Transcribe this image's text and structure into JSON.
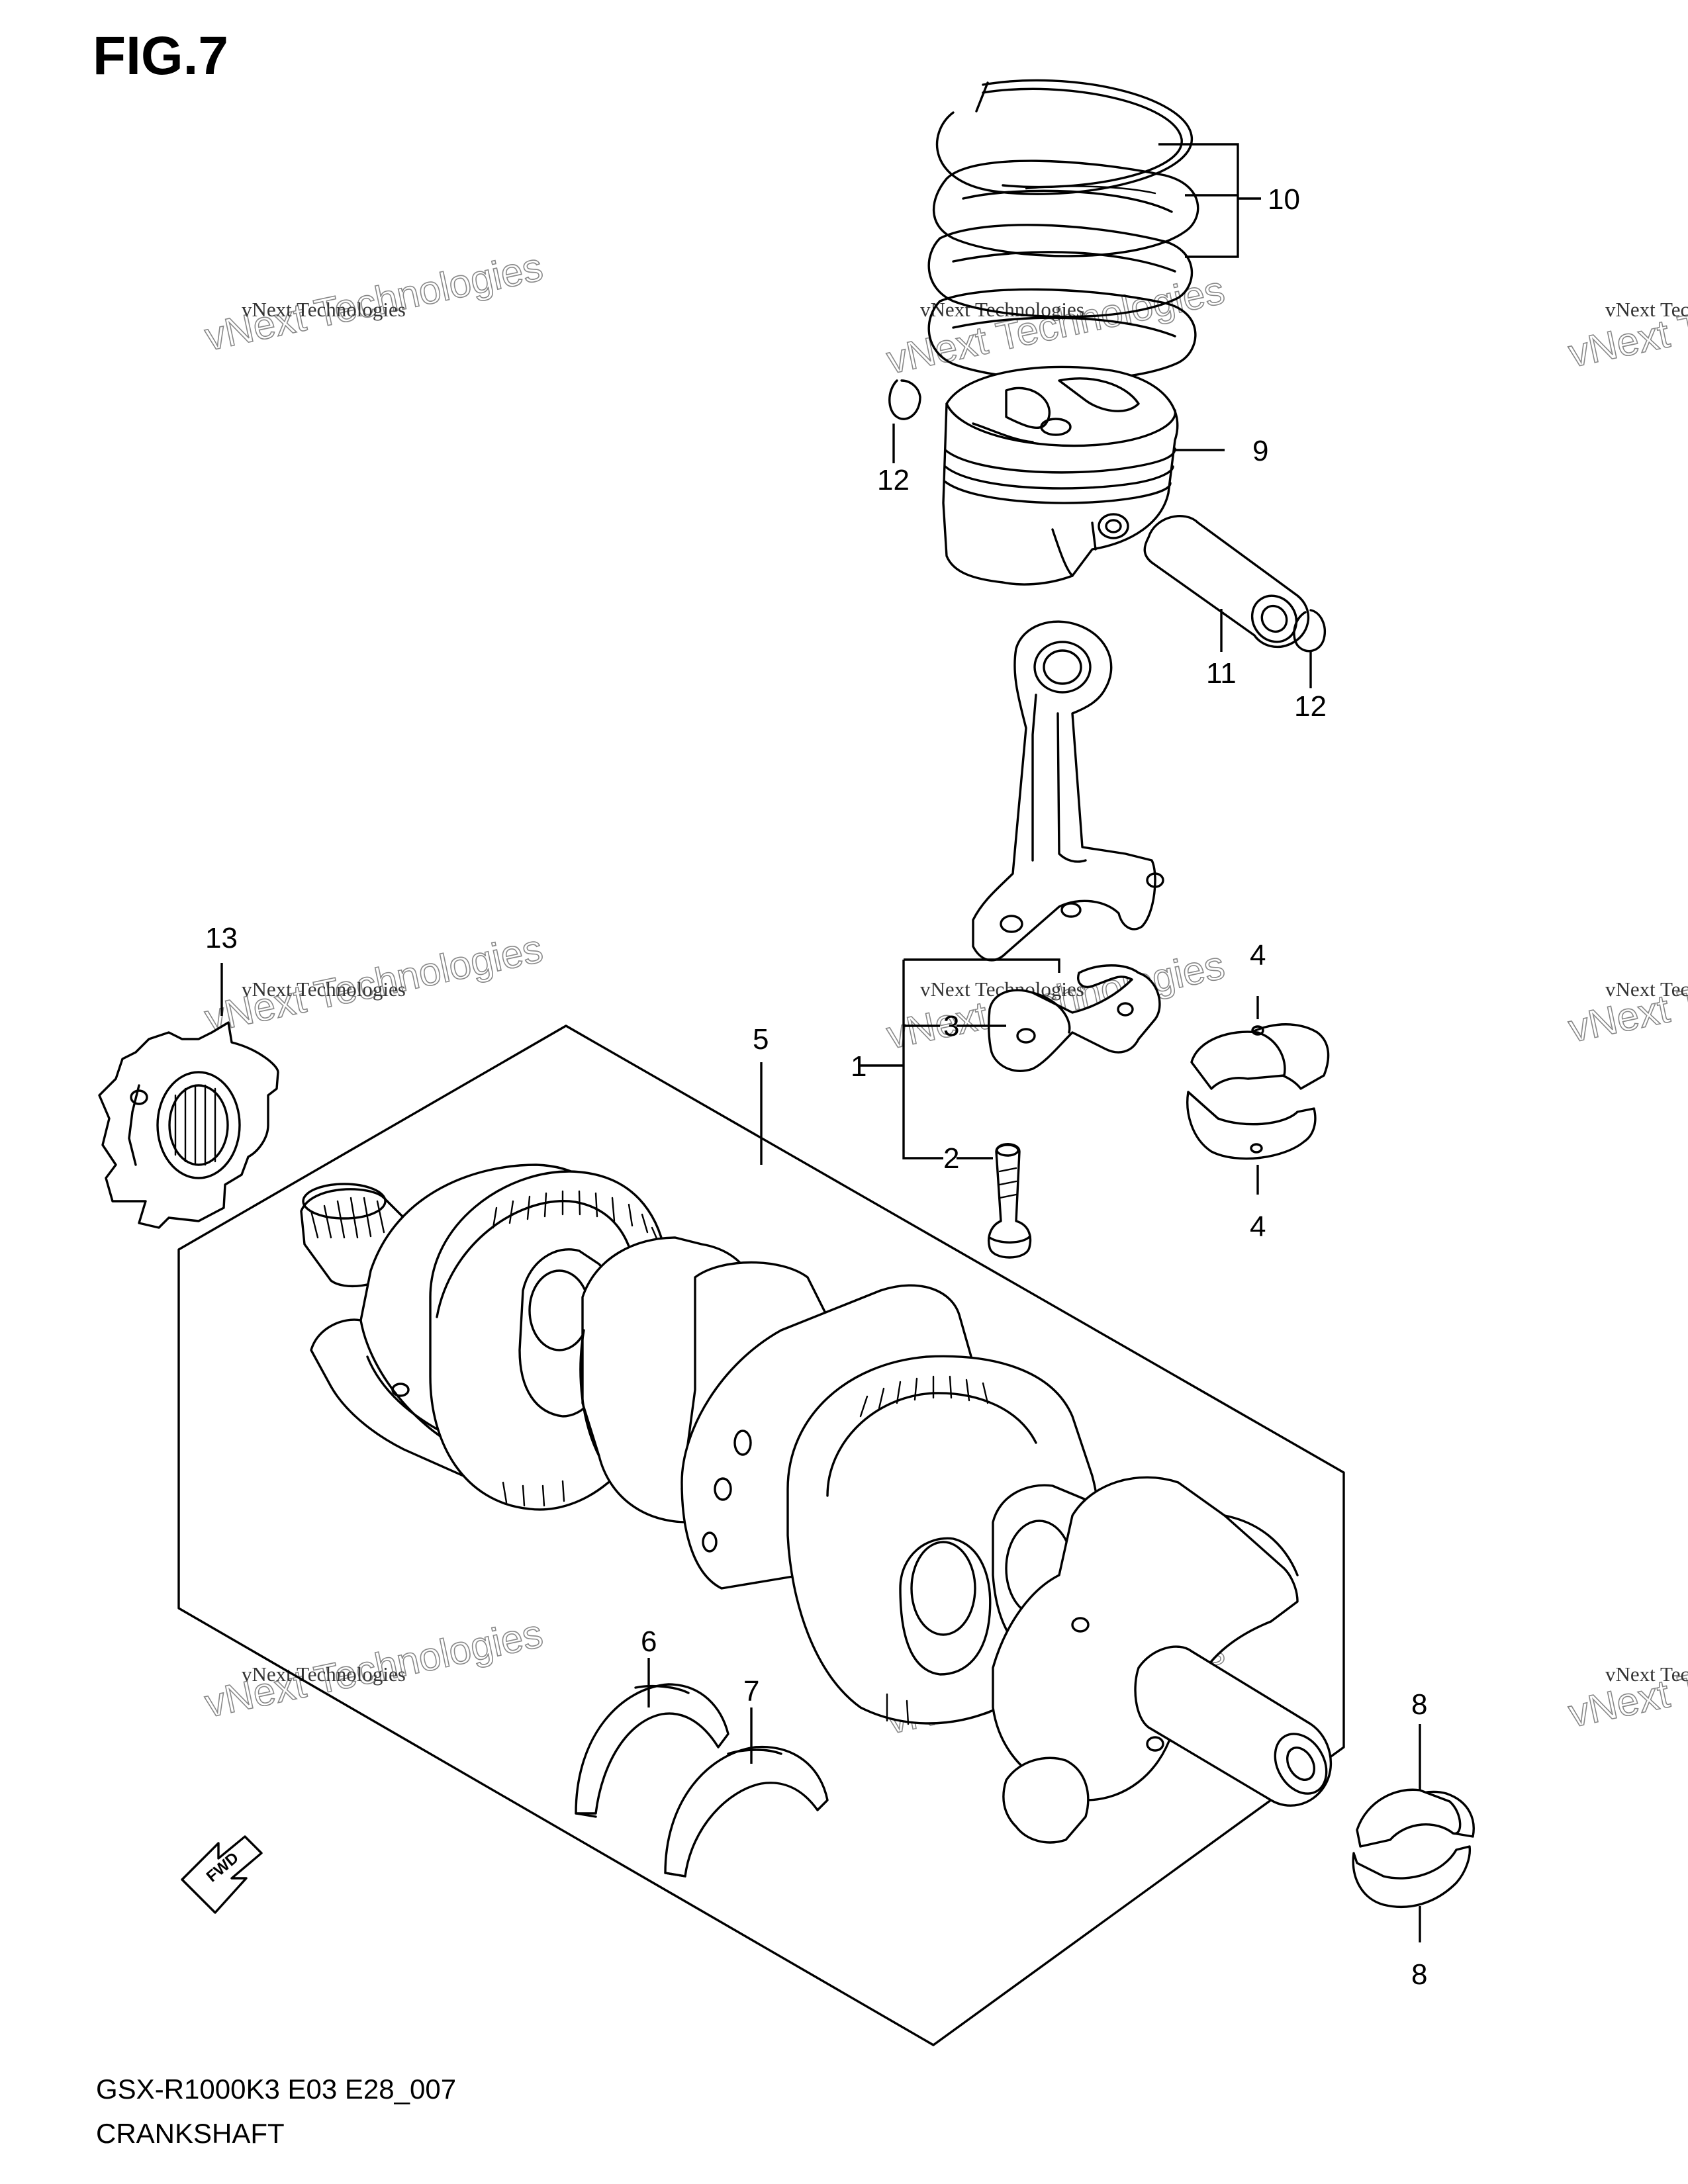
{
  "figure": {
    "title": "FIG.7",
    "model_code": "GSX-R1000K3 E03 E28_007",
    "name": "CRANKSHAFT"
  },
  "callouts": [
    "10",
    "9",
    "12",
    "12",
    "11",
    "13",
    "4",
    "3",
    "1",
    "5",
    "2",
    "4",
    "6",
    "7",
    "8",
    "8"
  ],
  "fwd_label": "FWD",
  "watermark": {
    "line1": "vNext Technologies",
    "line2": "vNext Technologies"
  }
}
